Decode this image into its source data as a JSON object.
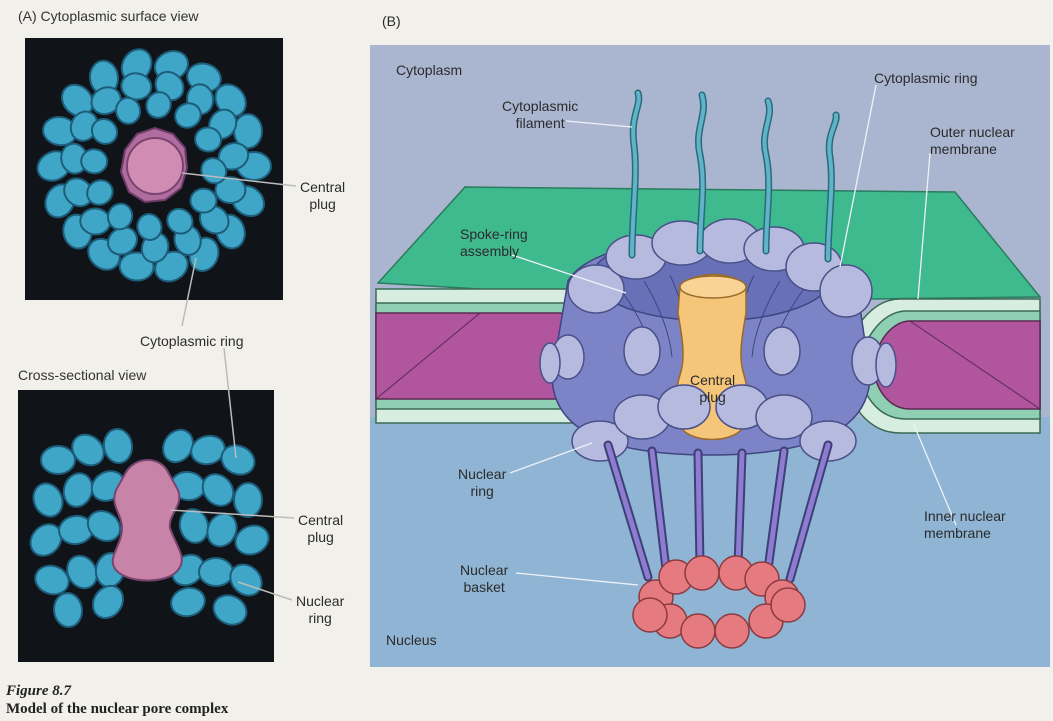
{
  "panel_a": {
    "title": "(A)  Cytoplasmic surface view",
    "label_central_plug_1": "Central\nplug",
    "label_cytoplasmic_ring": "Cytoplasmic ring",
    "cross_section_title": "Cross-sectional view",
    "label_central_plug_2": "Central\nplug",
    "label_nuclear_ring": "Nuclear\nring"
  },
  "figure": {
    "number": "Figure 8.7",
    "caption": "Model of the nuclear pore complex"
  },
  "panel_b": {
    "title": "(B)",
    "label_cytoplasm": "Cytoplasm",
    "label_cytoplasmic_filament": "Cytoplasmic\nfilament",
    "label_cytoplasmic_ring": "Cytoplasmic ring",
    "label_outer_membrane": "Outer nuclear\nmembrane",
    "label_spoke_ring": "Spoke-ring\nassembly",
    "label_central_plug": "Central\nplug",
    "label_nuclear_ring": "Nuclear\nring",
    "label_inner_membrane": "Inner nuclear\nmembrane",
    "label_nuclear_basket": "Nuclear\nbasket",
    "label_nucleus": "Nucleus"
  },
  "colors": {
    "page": "#f1f0ea",
    "cytoplasm_bg": "#aab6d0",
    "nucleus_bg": "#8fb4d4",
    "membrane_top": "#3fb98e",
    "membrane_lumen": "#b0559e",
    "membrane_edge": "#d6ede0",
    "pore_ring": "#b7badf",
    "pore_inner": "#7c83c7",
    "central_plug": "#f5c67a",
    "basket_beads": "#e57b80",
    "em_background": "#101418",
    "em_particle": "#3fa6c8",
    "em_plug": "#c883a9"
  }
}
